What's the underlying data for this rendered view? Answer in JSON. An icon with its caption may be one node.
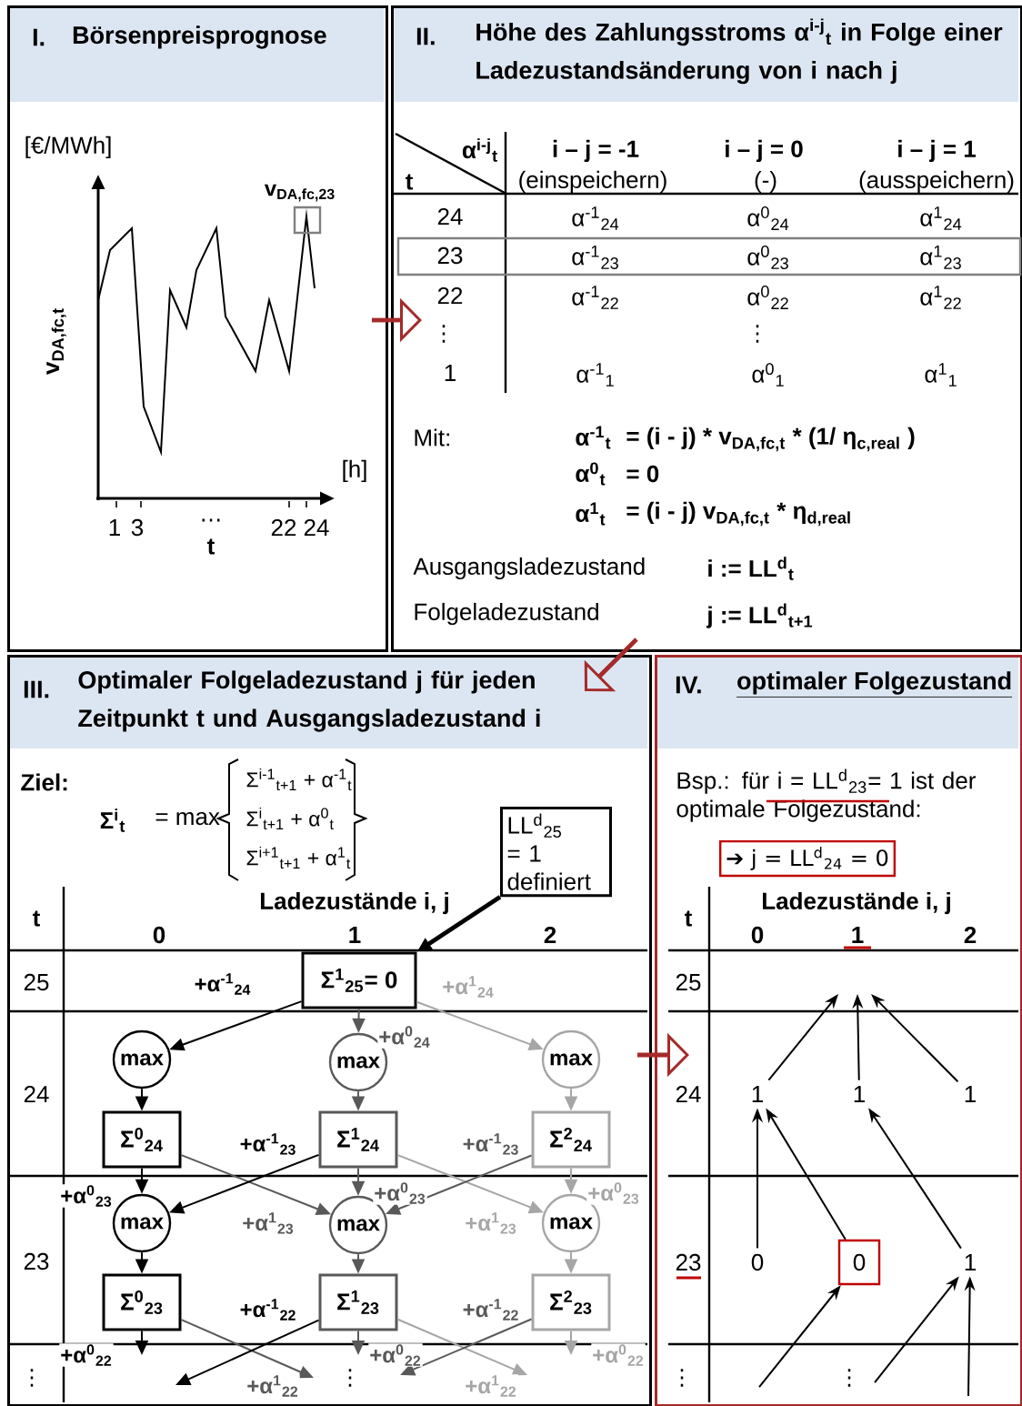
{
  "diagram": {
    "nodes": [
      {
        "text": [
          "I.",
          "Börsenpreisprognose"
        ]
      },
      {
        "text": [
          "II.",
          "Höhe des Zahlungsstroms α$^{i-j}$$_{t}$ in Folge einer Ladezustandsänderung von i nach j"
        ]
      },
      {
        "text": [
          "III.",
          "Optimaler Folgeladezustand j für jeden Zeitpunkt t und Ausgangsladezustand i"
        ]
      },
      {
        "text": [
          "IV.",
          "optimaler Folgezustand"
        ]
      },
      {
        "text": [
          "v$_{DA,fc,23}$"
        ],
        "in": 0
      },
      {
        "text": [
          "23",
          "α$^{-1}$$_{23}$",
          "α$^{0}$$_{23}$",
          "α$^{1}$$_{23}$"
        ],
        "in": 1
      },
      {
        "text": [
          "LL$^{d}$$_{25}$ = 1 definiert"
        ],
        "in": 2
      },
      {
        "text": [
          "Σ$^{1}$$_{25}$= 0"
        ],
        "in": 2
      },
      {
        "text": [
          "max"
        ],
        "in": 2
      },
      {
        "text": [
          "max"
        ],
        "in": 2
      },
      {
        "text": [
          "max"
        ],
        "in": 2
      },
      {
        "text": [
          "Σ$^{0}$$_{24}$"
        ],
        "in": 2
      },
      {
        "text": [
          "Σ$^{1}$$_{24}$"
        ],
        "in": 2
      },
      {
        "text": [
          "Σ$^{2}$$_{24}$"
        ],
        "in": 2
      },
      {
        "text": [
          "max"
        ],
        "in": 2
      },
      {
        "text": [
          "max"
        ],
        "in": 2
      },
      {
        "text": [
          "max"
        ],
        "in": 2
      },
      {
        "text": [
          "Σ$^{0}$$_{23}$"
        ],
        "in": 2
      },
      {
        "text": [
          "Σ$^{1}$$_{23}$"
        ],
        "in": 2
      },
      {
        "text": [
          "Σ$^{2}$$_{23}$"
        ],
        "in": 2
      },
      {
        "text": [
          "➔ j = LL$^{d}$$_{24}$ = 0"
        ],
        "in": 3
      },
      {
        "text": [
          "1"
        ],
        "in": 3
      },
      {
        "text": [
          "1"
        ],
        "in": 3
      },
      {
        "text": [
          "1"
        ],
        "in": 3
      },
      {
        "text": [
          "0"
        ],
        "in": 3
      },
      {
        "text": [
          "0"
        ],
        "in": 3
      },
      {
        "text": [
          "1"
        ],
        "in": 3
      }
    ],
    "edges": [
      {
        "from": 0,
        "to": 1,
        "arrow": "to",
        "style": "thick",
        "color": "#a52a2a"
      },
      {
        "from": 1,
        "to": 2,
        "arrow": "to",
        "style": "thick",
        "color": "#a52a2a"
      },
      {
        "from": 2,
        "to": 3,
        "arrow": "to",
        "style": "thick",
        "color": "#a52a2a"
      },
      {
        "from": 6,
        "to": 7,
        "arrow": "to",
        "style": "thick"
      },
      {
        "from": 7,
        "to": 8,
        "arrow": "to",
        "label": "+α$^{-1}$$_{24}$"
      },
      {
        "from": 7,
        "to": 9,
        "arrow": "to",
        "label": "+α$^{0}$$_{24}$",
        "color": "#595959"
      },
      {
        "from": 7,
        "to": 10,
        "arrow": "to",
        "label": "+α$^{1}$$_{24}$",
        "color": "#a6a6a6"
      },
      {
        "from": 8,
        "to": 11,
        "arrow": "to"
      },
      {
        "from": 9,
        "to": 12,
        "arrow": "to",
        "color": "#595959"
      },
      {
        "from": 10,
        "to": 13,
        "arrow": "to",
        "color": "#a6a6a6"
      },
      {
        "from": 11,
        "to": 14,
        "arrow": "to",
        "label": "+α$^{0}$$_{23}$"
      },
      {
        "from": 11,
        "to": 15,
        "arrow": "to",
        "label": "+α$^{1}$$_{23}$",
        "color": "#595959"
      },
      {
        "from": 12,
        "to": 14,
        "arrow": "to",
        "label": "+α$^{-1}$$_{23}$"
      },
      {
        "from": 12,
        "to": 15,
        "arrow": "to",
        "label": "+α$^{0}$$_{23}$",
        "color": "#595959"
      },
      {
        "from": 12,
        "to": 16,
        "arrow": "to",
        "label": "+α$^{1}$$_{23}$",
        "color": "#a6a6a6"
      },
      {
        "from": 13,
        "to": 15,
        "arrow": "to",
        "label": "+α$^{-1}$$_{23}$",
        "color": "#595959"
      },
      {
        "from": 13,
        "to": 16,
        "arrow": "to",
        "label": "+α$^{0}$$_{23}$",
        "color": "#a6a6a6"
      },
      {
        "from": 14,
        "to": 17,
        "arrow": "to"
      },
      {
        "from": 15,
        "to": 18,
        "arrow": "to",
        "color": "#595959"
      },
      {
        "from": 16,
        "to": 19,
        "arrow": "to",
        "color": "#a6a6a6"
      },
      {
        "from": 17,
        "to": null,
        "arrow": "to",
        "label": "+α$^{0}$$_{22}$"
      },
      {
        "from": 17,
        "to": null,
        "arrow": "to",
        "label": "+α$^{1}$$_{22}$",
        "color": "#595959"
      },
      {
        "from": 18,
        "to": null,
        "arrow": "to",
        "label": "+α$^{-1}$$_{22}$"
      },
      {
        "from": 18,
        "to": null,
        "arrow": "to",
        "label": "+α$^{0}$$_{22}$",
        "color": "#595959"
      },
      {
        "from": 18,
        "to": null,
        "arrow": "to",
        "label": "+α$^{1}$$_{22}$",
        "color": "#a6a6a6"
      },
      {
        "from": 19,
        "to": null,
        "arrow": "to",
        "label": "+α$^{-1}$$_{22}$",
        "color": "#595959"
      },
      {
        "from": 19,
        "to": null,
        "arrow": "to",
        "label": "+α$^{0}$$_{22}$",
        "color": "#a6a6a6"
      },
      {
        "from": 21,
        "to": null,
        "arrow": "to"
      },
      {
        "from": 22,
        "to": null,
        "arrow": "to"
      },
      {
        "from": 23,
        "to": null,
        "arrow": "to"
      },
      {
        "from": 24,
        "to": 21,
        "arrow": "to"
      },
      {
        "from": 25,
        "to": 21,
        "arrow": "to"
      },
      {
        "from": 26,
        "to": 22,
        "arrow": "to"
      },
      {
        "from": null,
        "to": 25,
        "arrow": "to"
      },
      {
        "from": null,
        "to": 26,
        "arrow": "to"
      },
      {
        "from": null,
        "to": 26,
        "arrow": "to"
      }
    ],
    "labels": [
      "[€/MWh]",
      "v$_{DA,fc,t}$",
      "[h]",
      "1",
      "3",
      "…",
      "22",
      "24",
      "t",
      "α$^{i-j}$$_{t}$",
      "t",
      "i – j = -1",
      "(einspeichern)",
      "i – j = 0",
      "(-)",
      "i – j = 1",
      "(ausspeichern)",
      "24",
      "α$^{-1}$$_{24}$",
      "α$^{0}$$_{24}$",
      "α$^{1}$$_{24}$",
      "22",
      "α$^{-1}$$_{22}$",
      "α$^{0}$$_{22}$",
      "α$^{1}$$_{22}$",
      "⋮",
      "⋮",
      "1",
      "α$^{-1}$$_{1}$",
      "α$^{0}$$_{1}$",
      "α$^{1}$$_{1}$",
      "Mit:",
      "α$^{-1}$$_{t}$",
      "= (i - j) * v$_{DA,fc,t}$ * (1/ η$_{c,real}$ )",
      "α$^{0}$$_{t}$",
      "= 0",
      "α$^{1}$$_{t}$",
      "= (i - j) v$_{DA,fc,t}$ * η$_{d,real}$",
      "Ausgangsladezustand",
      "i := LL$^{d}$$_{t}$",
      "Folgeladezustand",
      "j := LL$^{d}$$_{t+1}$",
      "Ziel:",
      "Σ$^{i}$$_{t}$",
      "= max",
      "Σ$^{i-1}$$_{t+1}$ + α$^{-1}$$_{t}$",
      "Σ$^{i}$$_{t+1}$ + α$^{0}$$_{t}$",
      "Σ$^{i+1}$$_{t+1}$ + α$^{1}$$_{t}$",
      "t",
      "Ladezustände i, j",
      "0",
      "1",
      "2",
      "25",
      "24",
      "23",
      "⋮",
      "⋮",
      "Bsp.: für i = LL$^{d}$$_{23}$= 1 ist der optimale Folgezustand:",
      "t",
      "Ladezustände i, j",
      "0",
      "1",
      "2",
      "25",
      "24",
      "23",
      "⋮",
      "⋮"
    ]
  }
}
